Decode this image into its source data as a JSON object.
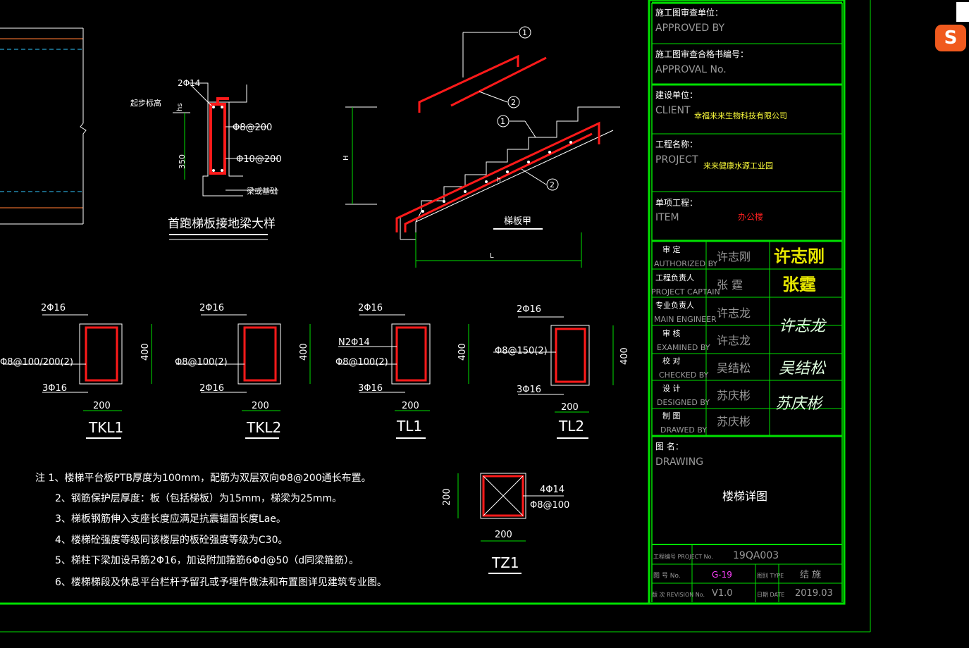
{
  "detail_first_step": {
    "bar_top": "2Φ14",
    "label_step_elev": "起步标高",
    "hs": "hs",
    "stirrup": "Φ8@200",
    "dist_bar": "Φ10@200",
    "dim_350": "350",
    "label_foundation": "梁或基础",
    "title": "首跑梯板接地梁大样"
  },
  "stair_section": {
    "callout_1": "1",
    "callout_2": "2",
    "dim_h": "H",
    "dim_l": "L",
    "dim_h_small": "h",
    "title": "梯板甲"
  },
  "beams": [
    {
      "name": "TKL1",
      "top": "2Φ16",
      "stirrup": "Φ8@100/200(2)",
      "bottom": "3Φ16",
      "width": "200",
      "height": "400"
    },
    {
      "name": "TKL2",
      "top": "2Φ16",
      "stirrup": "Φ8@100(2)",
      "bottom": "2Φ16",
      "width": "200",
      "height": "400"
    },
    {
      "name": "TL1",
      "top": "2Φ16",
      "extra": "N2Φ14",
      "stirrup": "Φ8@100(2)",
      "bottom": "3Φ16",
      "width": "200",
      "height": "400"
    },
    {
      "name": "TL2",
      "top": "2Φ16",
      "stirrup": "Φ8@150(2)",
      "bottom": "3Φ16",
      "width": "200",
      "height": "400"
    }
  ],
  "column": {
    "name": "TZ1",
    "main_bar": "4Φ14",
    "stirrup": "Φ8@100",
    "width": "200",
    "height": "200"
  },
  "notes": [
    "注 1、楼梯平台板PTB厚度为100mm，配筋为双层双向Φ8@200通长布置。",
    "2、钢筋保护层厚度：板（包括梯板）为15mm，梯梁为25mm。",
    "3、梯板钢筋伸入支座长度应满足抗震锚固长度Lae。",
    "4、楼梯砼强度等级同该楼层的板砼强度等级为C30。",
    "5、梯柱下梁加设吊筋2Φ16，加设附加箍筋6Φd@50（d同梁箍筋）。",
    "6、楼梯梯段及休息平台栏杆予留孔或予埋件做法和布置图详见建筑专业图。"
  ],
  "titleblock": {
    "approved_cn": "施工图审查单位：",
    "approved_en": "APPROVED BY",
    "approval_cn": "施工图审查合格书编号：",
    "approval_en": "APPROVAL No.",
    "client_cn": "建设单位：",
    "client_en": "CLIENT",
    "client_value": "幸福来来生物科技有限公司",
    "project_cn": "工程名称：",
    "project_en": "PROJECT",
    "project_value": "来来健康水源工业园",
    "item_cn": "单项工程：",
    "item_en": "ITEM",
    "item_value": "办公楼",
    "roles": [
      {
        "cn": "审 定",
        "en": "AUTHORIZED BY",
        "person": "许志刚",
        "signature": "许志刚"
      },
      {
        "cn": "工程负责人",
        "en": "PROJECT CAPTAIN",
        "person": "张  霆",
        "signature": "张霆"
      },
      {
        "cn": "专业负责人",
        "en": "MAIN ENGINEER",
        "person": "许志龙",
        "signature": "许志龙"
      },
      {
        "cn": "审 核",
        "en": "EXAMINED BY",
        "person": "许志龙",
        "signature": ""
      },
      {
        "cn": "校 对",
        "en": "CHECKED BY",
        "person": "吴结松",
        "signature": "吴结松"
      },
      {
        "cn": "设 计",
        "en": "DESIGNED BY",
        "person": "苏庆彬",
        "signature": "苏庆彬"
      },
      {
        "cn": "制 图",
        "en": "DRAWED BY",
        "person": "苏庆彬",
        "signature": ""
      }
    ],
    "drawing_cn": "图 名：",
    "drawing_en": "DRAWING",
    "drawing_value": "楼梯详图",
    "project_no_label": "工程编号 PROJECT No.",
    "project_no_value": "19QA003",
    "drawing_no_label": "图 号 No.",
    "drawing_no_value": "G-19",
    "type_label": "图别 TYPE",
    "type_value": "结 施",
    "revision_label": "版 次 REVISION No.",
    "revision_value": "V1.0",
    "date_label": "日期 DATE",
    "date_value": "2019.03"
  },
  "app_logo": "S"
}
